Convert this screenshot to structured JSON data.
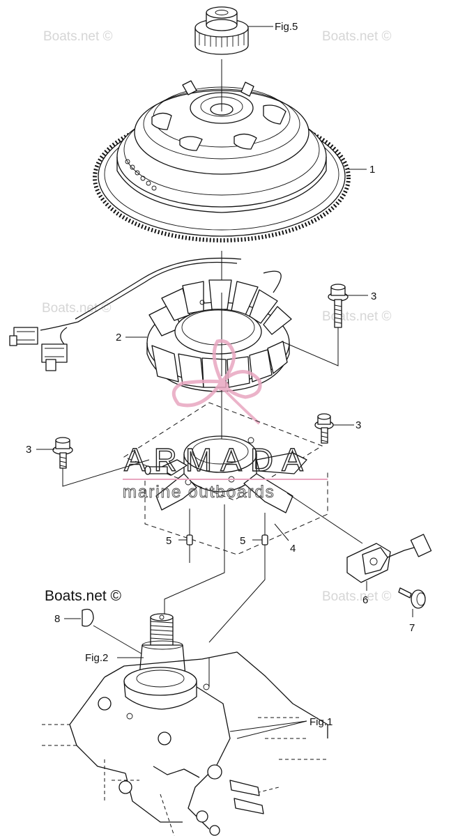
{
  "watermarks": {
    "top_left": "Boats.net ©",
    "top_right": "Boats.net ©",
    "mid_left": "Boats.net ©",
    "mid_right": "Boats.net ©",
    "lower_center": "Boats.net ©",
    "lower_right": "Boats.net ©"
  },
  "brand": {
    "name": "ARMADA",
    "tagline": "marine outboards",
    "logo_color": "#e8a6c0"
  },
  "callouts": {
    "fig5": "Fig.5",
    "p1": "1",
    "p2": "2",
    "p3_right_upper": "3",
    "p3_right_lower": "3",
    "p3_left": "3",
    "p4": "4",
    "p5_left": "5",
    "p5_right": "5",
    "p6": "6",
    "p7": "7",
    "p8": "8",
    "fig2": "Fig.2",
    "fig1": "Fig.1"
  }
}
